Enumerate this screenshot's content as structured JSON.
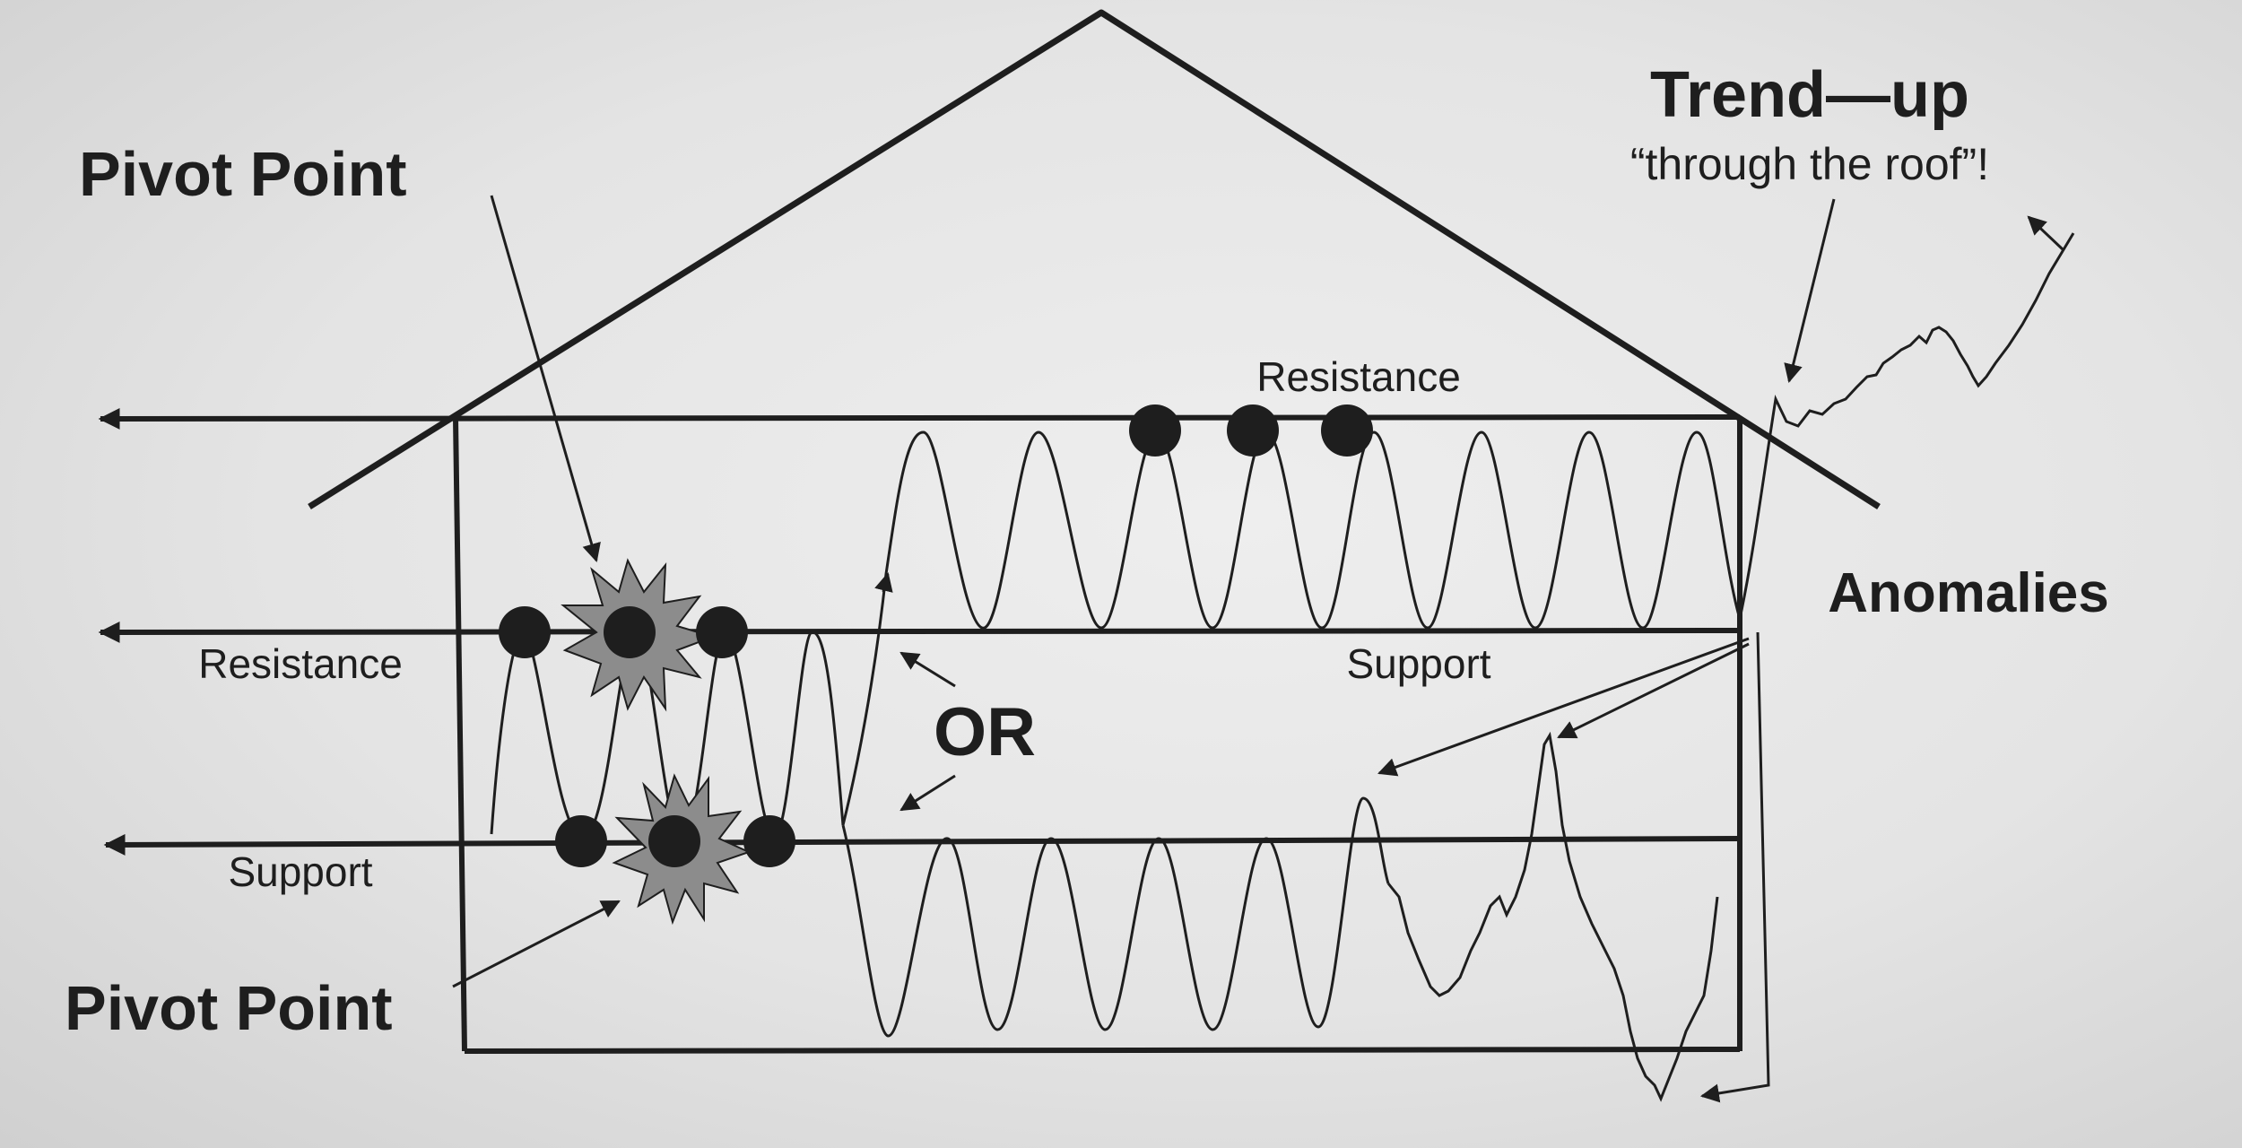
{
  "labels": {
    "trend_title": "Trend—up",
    "trend_sub": "“through the roof”!",
    "pivot_top": "Pivot Point",
    "pivot_bottom": "Pivot Point",
    "resistance_top": "Resistance",
    "resistance_left": "Resistance",
    "support_mid": "Support",
    "support_left": "Support",
    "or": "OR",
    "anomalies": "Anomalies"
  },
  "colors": {
    "ink": "#1e1e1e",
    "starburst": "#8c8c8c",
    "paper": "#e6e6e6"
  }
}
